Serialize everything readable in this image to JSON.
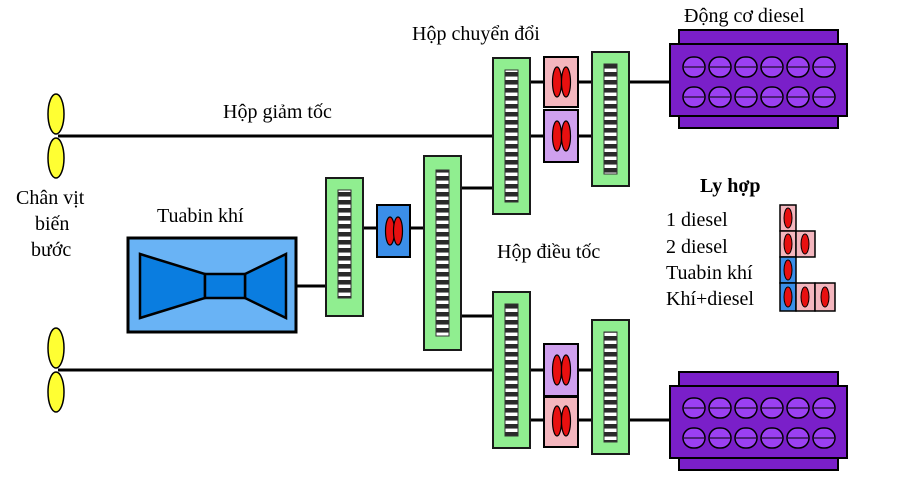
{
  "labels": {
    "engine": "Động cơ diesel",
    "changeover_gearbox": "Hộp chuyển đổi",
    "reduction_gearbox": "Hộp giảm tốc",
    "propeller_line1": "Chân vịt",
    "propeller_line2": "biến",
    "propeller_line3": "bước",
    "gas_turbine": "Tuabin khí",
    "speed_gearbox": "Hộp điều tốc"
  },
  "legend": {
    "title": "Ly hợp",
    "items": [
      {
        "label": "1 diesel",
        "clutches": [
          "pink"
        ]
      },
      {
        "label": "2 diesel",
        "clutches": [
          "pink",
          "pink"
        ]
      },
      {
        "label": "Tuabin khí",
        "clutches": [
          "blue"
        ]
      },
      {
        "label": "Khí+diesel",
        "clutches": [
          "blue",
          "pink",
          "pink"
        ]
      }
    ]
  },
  "colors": {
    "gear_frame": "#90ee90",
    "gear_frame_stroke": "#1a1a1a",
    "clutch_pink": "#f4b6be",
    "clutch_lavender": "#cfa0ee",
    "clutch_blue": "#3b8ee8",
    "clutch_disc": "#e81010",
    "turbine_outer": "#69b3f5",
    "turbine_inner": "#0a7de0",
    "engine_body": "#7a1fc9",
    "engine_piston": "#9b40f2",
    "propeller": "#ffff33",
    "shaft": "#000000"
  }
}
